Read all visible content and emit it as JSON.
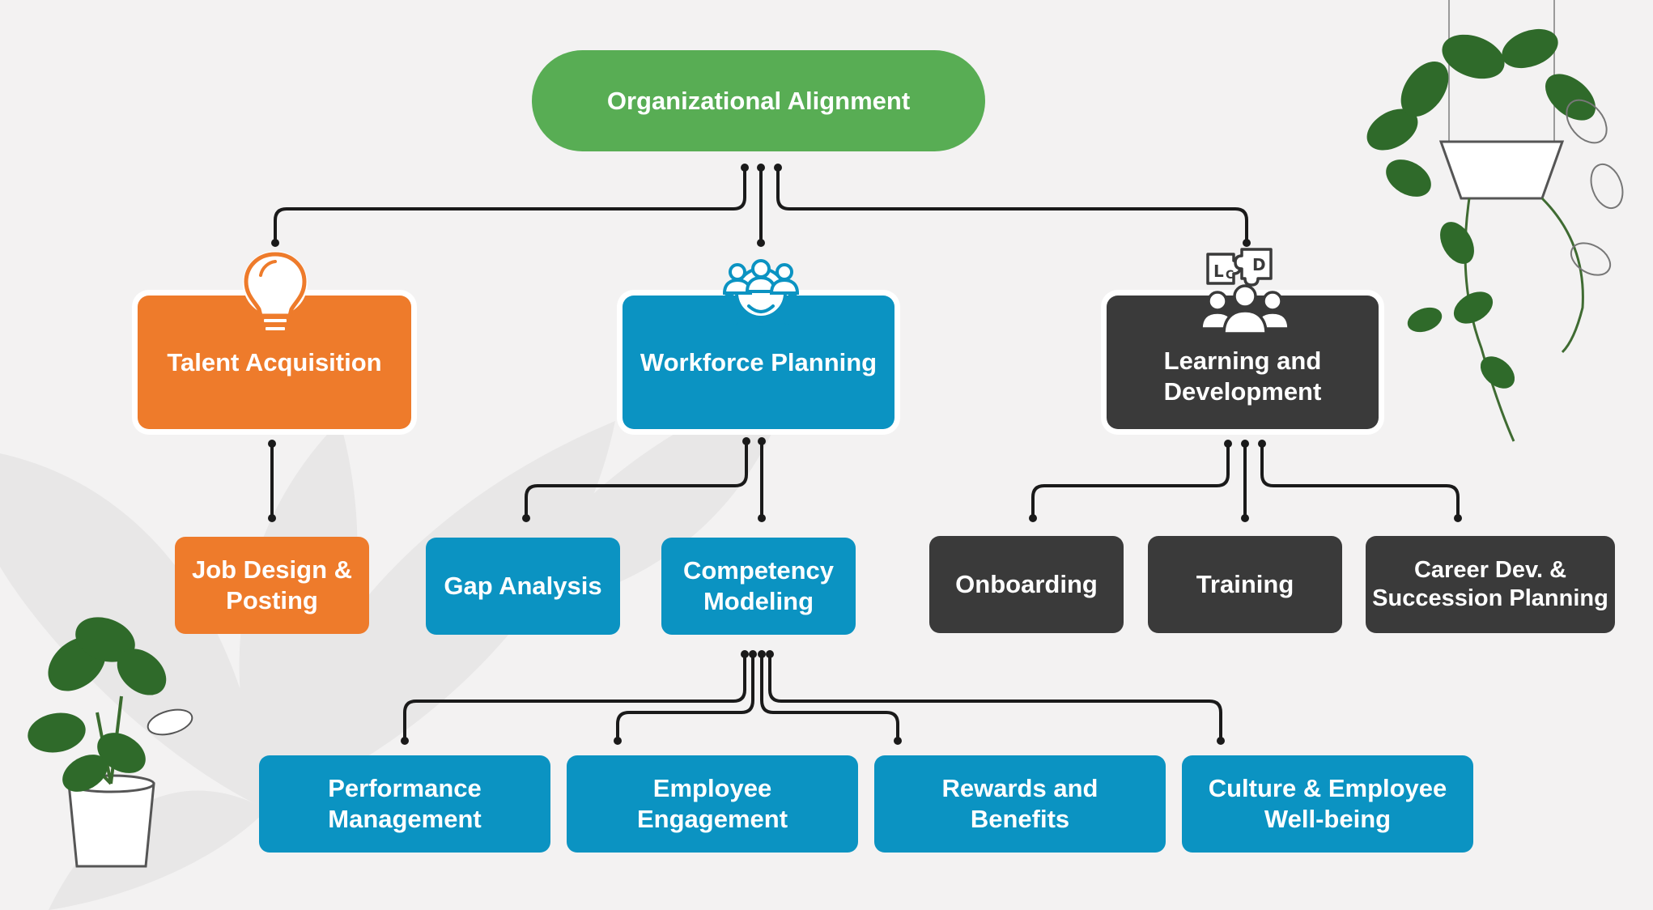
{
  "diagram": {
    "root": {
      "label": "Organizational Alignment"
    },
    "branches": [
      {
        "id": "talent",
        "label": "Talent Acquisition",
        "icon": "lightbulb-icon",
        "color": "#ee7b2b",
        "children": [
          "Job Design &\nPosting"
        ]
      },
      {
        "id": "workforce",
        "label": "Workforce Planning",
        "icon": "team-gear-icon",
        "color": "#0b93c2",
        "children": [
          "Gap Analysis",
          "Competency\nModeling"
        ]
      },
      {
        "id": "learning",
        "label": "Learning and\nDevelopment",
        "icon": "learning-team-puzzle-icon",
        "icon_text": "L&D",
        "color": "#3a3a3a",
        "children": [
          "Onboarding",
          "Training",
          "Career Dev. &\nSuccession Planning"
        ]
      }
    ],
    "competency_children": [
      "Performance\nManagement",
      "Employee\nEngagement",
      "Rewards and\nBenefits",
      "Culture & Employee\nWell-being"
    ]
  },
  "colors": {
    "background": "#f3f2f2",
    "root_green": "#58ad54",
    "orange": "#ee7b2b",
    "blue": "#0b93c2",
    "dark": "#3a3a3a",
    "connector": "#1a1a1a"
  },
  "decorations": [
    "hanging-plant-image",
    "potted-plant-image",
    "leaf-watermark"
  ]
}
